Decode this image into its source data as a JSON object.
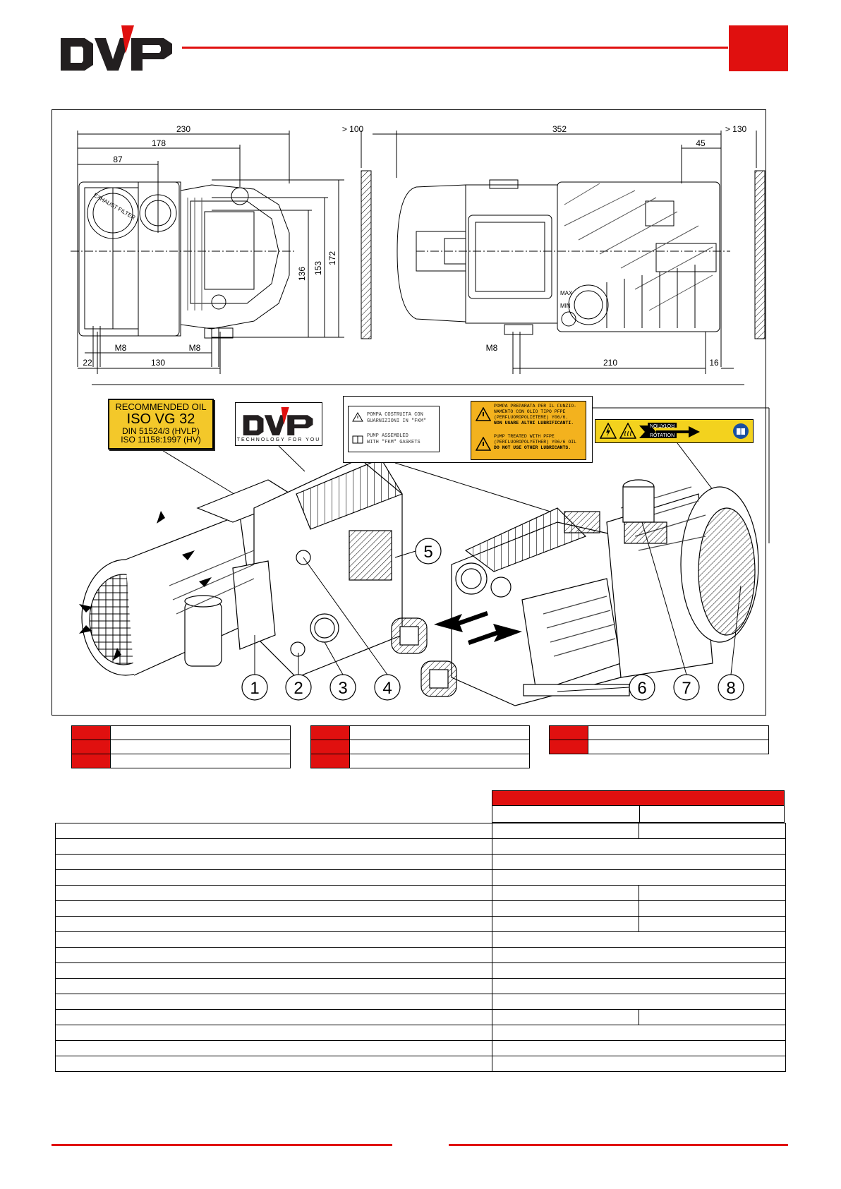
{
  "header": {
    "logo_text": "DVP",
    "brand_color": "#e0100f"
  },
  "drawing": {
    "dimensions": {
      "d230": "230",
      "d178": "178",
      "d87": "87",
      "d100": "> 100",
      "d352": "352",
      "d130top": "> 130",
      "d45": "45",
      "d136": "136",
      "d153": "153",
      "d172": "172",
      "m8a": "M8",
      "m8b": "M8",
      "m8c": "M8",
      "d22": "22",
      "d130": "130",
      "d210": "210",
      "d16": "16",
      "max": "MAX",
      "min": "MIN"
    },
    "exhaust_filter_text": "EXHAUST FILTER",
    "callouts": [
      "1",
      "2",
      "3",
      "4",
      "5",
      "6",
      "7",
      "8"
    ]
  },
  "labels": {
    "oil": {
      "line1": "RECOMMENDED OIL",
      "line2": "ISO VG 32",
      "line3": "DIN 51524/3 (HVLP)",
      "line4": "ISO 11158:1997 (HV)"
    },
    "brand": {
      "logo": "DVP",
      "tagline": "TECHNOLOGY FOR YOU"
    },
    "fkm": {
      "it1": "POMPA COSTRUITA CON",
      "it2": "GUARNIZIONI IN \"FKM\"",
      "en1": "PUMP ASSEMBLED",
      "en2": "WITH \"FKM\" GASKETS"
    },
    "ppfe": {
      "it1": "POMPA PREPARATA PER IL FUNZIO-",
      "it2": "NAMENTO CON OLIO TIPO PFPE",
      "it3": "(PERFLUOROPOLIETERE) Y06/6.",
      "it4": "NON USARE ALTRI LUBRIFICANTI.",
      "en1": "PUMP TREATED WITH PFPE",
      "en2": "(PERFLUOROPOLYETHER) Y06/6 OIL",
      "en3": "DO NOT USE OTHER LUBRICANTS."
    },
    "rotation": {
      "text": "ROTATION"
    }
  },
  "colors": {
    "red": "#e0100f",
    "yellow": "#f3c82a"
  }
}
